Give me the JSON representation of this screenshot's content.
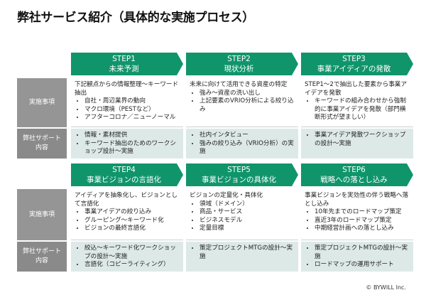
{
  "title": "弊社サービス紹介（具体的な実施プロセス）",
  "row_labels": {
    "implementation": "実施事項",
    "support_line1": "弊社サポート",
    "support_line2": "内容"
  },
  "steps": [
    {
      "step": "STEP1",
      "name": "未来予測",
      "impl_intro": "下記観点からの情報整理～キーワード抽出",
      "impl_items": [
        "自社・周辺業界の動向",
        "マクロ環境（PESTなど）",
        "アフターコロナ／ニューノーマル"
      ],
      "support_items": [
        "情報・素材提供",
        "キーワード抽出のためのワークショップ設計～実施"
      ]
    },
    {
      "step": "STEP2",
      "name": "現状分析",
      "impl_intro": "未来に向けて活用できる資産の特定",
      "impl_items": [
        "強み～資産の洗い出し",
        "上記要素のVRIO分析による絞り込み"
      ],
      "support_items": [
        "社内インタビュー",
        "強みの絞り込み（VRIO分析）の実施"
      ]
    },
    {
      "step": "STEP3",
      "name": "事業アイディアの発散",
      "impl_intro": "STEP1～2で抽出した要素から事業アイデアを発散",
      "impl_items": [
        "キーワードの組み合わせから強制的に事業アイデアを発散（部門横断形式が望ましい）"
      ],
      "support_items": [
        "事業アイデア発散ワークショップの設計～実施"
      ]
    },
    {
      "step": "STEP4",
      "name": "事業ビジョンの言語化",
      "impl_intro": "アイディアを抽象化し、ビジョンとして言語化",
      "impl_items": [
        "事業アイデアの絞り込み",
        "グルーピング～キーワード化",
        "ビジョンの最終言語化"
      ],
      "support_items": [
        "絞込～キーワード化ワークショップの設計～実施",
        "言語化（コピーライティング）"
      ]
    },
    {
      "step": "STEP5",
      "name": "事業ビジョンの具体化",
      "impl_intro": "ビジョンの定量化・具体化",
      "impl_items": [
        "領域（ドメイン）",
        "商品・サービス",
        "ビジネスモデル",
        "定量目標"
      ],
      "support_items": [
        "策定プロジェクトMTGの設計～実施"
      ]
    },
    {
      "step": "STEP6",
      "name": "戦略への落とし込み",
      "impl_intro": "事業ビジョンを実効性の伴う戦略へ落とし込み",
      "impl_items": [
        "10年先までのロードマップ策定",
        "直近3年のロードマップ策定",
        "中期経営計画への落とし込み"
      ],
      "support_items": [
        "策定プロジェクトMTGの設計～実施",
        "ロードマップの運用サポート"
      ]
    }
  ],
  "footer": "© BYWILL Inc."
}
